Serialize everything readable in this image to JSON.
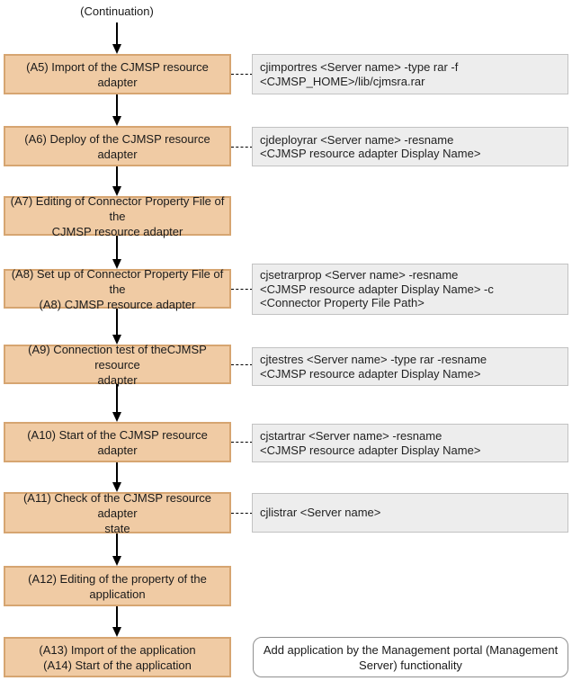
{
  "diagram": {
    "type": "flowchart",
    "continuation_label": "(Continuation)",
    "colors": {
      "step_fill": "#F0CBA4",
      "step_border": "#D6A571",
      "command_fill": "#EDEDED",
      "command_border": "#C2C2C2",
      "note_border": "#909090",
      "line_color": "#000000",
      "text_color": "#1A1A1A"
    },
    "steps": [
      {
        "id": "A5",
        "label": "(A5) Import of the CJMSP resource adapter",
        "command": "cjimportres <Server name> -type rar -f\n<CJMSP_HOME>/lib/cjmsra.rar"
      },
      {
        "id": "A6",
        "label": "(A6) Deploy of the CJMSP resource adapter",
        "command": "cjdeployrar <Server name> -resname\n<CJMSP resource adapter Display Name>"
      },
      {
        "id": "A7",
        "label": "(A7) Editing of Connector Property File of the\nCJMSP resource adapter"
      },
      {
        "id": "A8",
        "label": "(A8) Set up of Connector Property File of the\n(A8) CJMSP resource adapter",
        "command": "cjsetrarprop <Server name> -resname\n<CJMSP resource adapter Display Name> -c\n<Connector Property File Path>"
      },
      {
        "id": "A9",
        "label": "(A9) Connection test of theCJMSP resource\nadapter",
        "command": "cjtestres <Server name> -type rar -resname\n<CJMSP resource adapter Display Name>"
      },
      {
        "id": "A10",
        "label": "(A10)  Start of the CJMSP resource adapter",
        "command": "cjstartrar <Server name> -resname\n<CJMSP resource adapter Display Name>"
      },
      {
        "id": "A11",
        "label": "(A11) Check of the CJMSP resource adapter\nstate",
        "command": "cjlistrar <Server name>"
      },
      {
        "id": "A12",
        "label": "(A12) Editing of the property of the\napplication"
      },
      {
        "id": "A13-A14",
        "label": "(A13) Import of the application\n(A14) Start of the application"
      }
    ],
    "note": {
      "text": "Add application by the Management portal (Management\nServer)  functionality"
    }
  }
}
